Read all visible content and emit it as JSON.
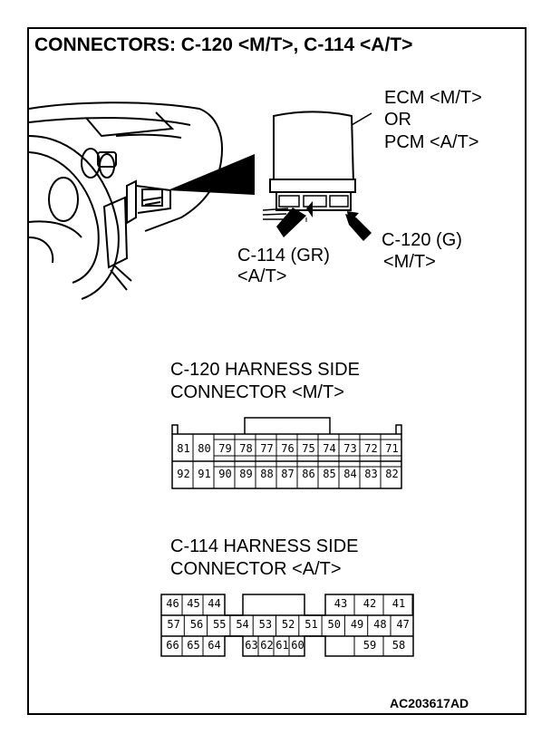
{
  "title": "CONNECTORS: C-120 <M/T>, C-114 <A/T>",
  "callouts": {
    "ecm_line1": "ECM <M/T>",
    "ecm_line2": "OR",
    "ecm_line3": "PCM <A/T>",
    "c114_line1": "C-114 (GR)",
    "c114_line2": "<A/T>",
    "c120_line1": "C-120 (G)",
    "c120_line2": "<M/T>"
  },
  "c120": {
    "heading_line1": "C-120 HARNESS SIDE",
    "heading_line2": "CONNECTOR <M/T>",
    "row1": [
      "81",
      "80",
      "79",
      "78",
      "77",
      "76",
      "75",
      "74",
      "73",
      "72",
      "71"
    ],
    "row2": [
      "92",
      "91",
      "90",
      "89",
      "88",
      "87",
      "86",
      "85",
      "84",
      "83",
      "82"
    ]
  },
  "c114": {
    "heading_line1": "C-114 HARNESS SIDE",
    "heading_line2": "CONNECTOR <A/T>",
    "row1_left": [
      "46",
      "45",
      "44"
    ],
    "row1_right": [
      "43",
      "42",
      "41"
    ],
    "row2": [
      "57",
      "56",
      "55",
      "54",
      "53",
      "52",
      "51",
      "50",
      "49",
      "48",
      "47"
    ],
    "row3_left": [
      "66",
      "65",
      "64"
    ],
    "row3_mid": [
      "63",
      "62",
      "61",
      "60"
    ],
    "row3_right": [
      "59",
      "58"
    ]
  },
  "figure_code": "AC203617AD"
}
